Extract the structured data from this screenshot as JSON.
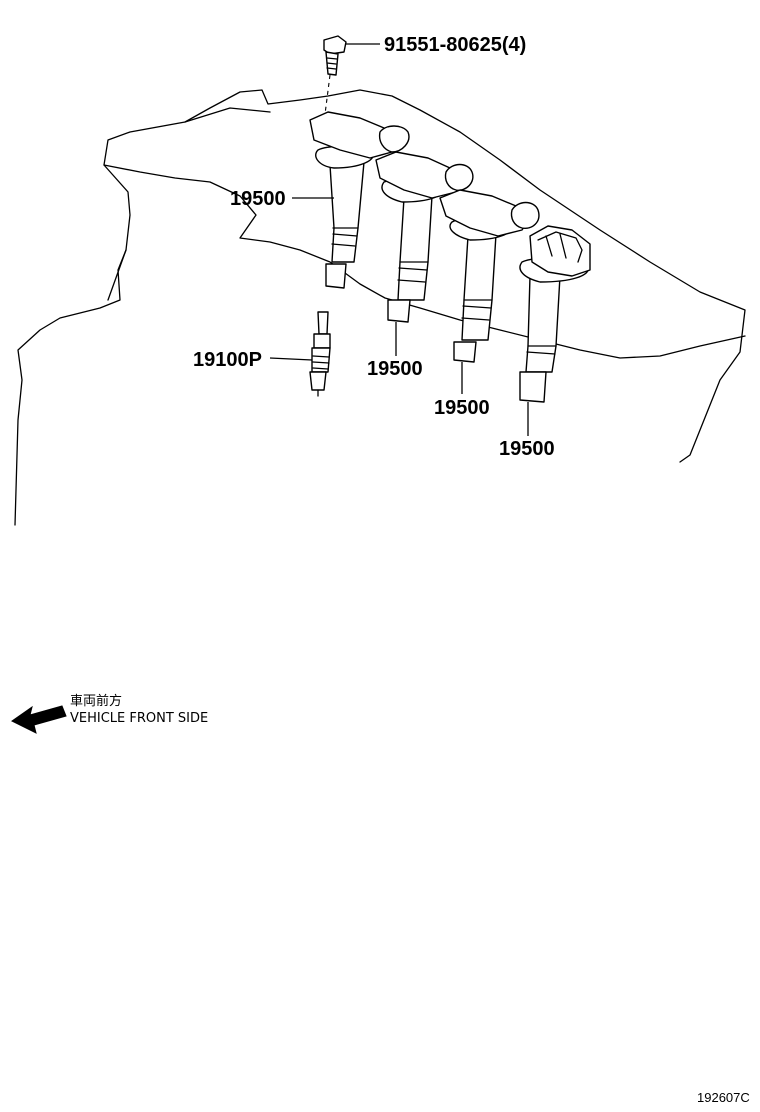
{
  "labels": {
    "bolt": "91551-80625(4)",
    "coil_1": "19500",
    "coil_2": "19500",
    "coil_3": "19500",
    "coil_4": "19500",
    "spark_plug": "19100P"
  },
  "direction_note": {
    "japanese": "車両前方",
    "english": "VEHICLE FRONT SIDE"
  },
  "figure_code": "192607C"
}
